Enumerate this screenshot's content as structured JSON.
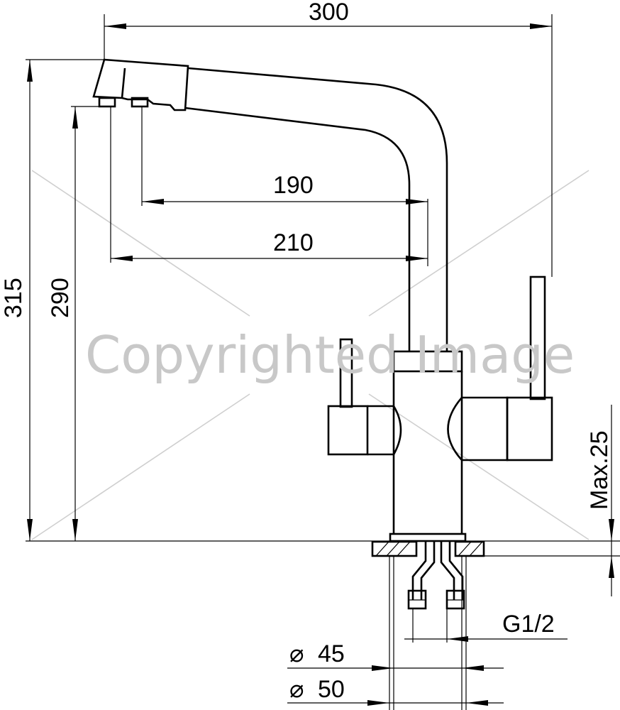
{
  "diagram": {
    "dimensions": {
      "overall_reach": "300",
      "overall_height": "315",
      "spout_height": "290",
      "reach_inner": "190",
      "reach_outer": "210",
      "max_thickness": "Max.25",
      "connection": "G1/2",
      "dia_45": "45",
      "dia_50": "50"
    },
    "symbols": {
      "diameter": "⌀"
    },
    "watermark": "Copyrighted Image"
  }
}
